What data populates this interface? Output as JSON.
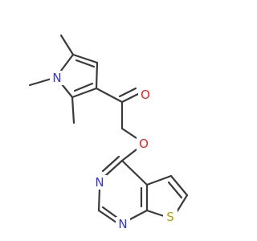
{
  "atoms": [
    {
      "id": "N1",
      "symbol": "N",
      "color": "#3333ee"
    },
    {
      "id": "O_keto",
      "symbol": "O",
      "color": "#ee2222"
    },
    {
      "id": "O_ether",
      "symbol": "O",
      "color": "#ee2222"
    },
    {
      "id": "N3",
      "symbol": "N",
      "color": "#3333ee"
    },
    {
      "id": "N1b",
      "symbol": "N",
      "color": "#3333ee"
    },
    {
      "id": "S",
      "symbol": "S",
      "color": "#b8a000"
    }
  ]
}
